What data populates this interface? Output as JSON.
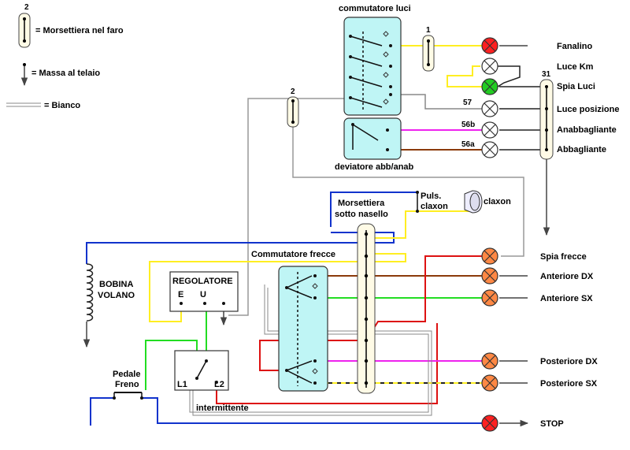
{
  "legend": {
    "terminal_count": "2",
    "terminal": "= Morsettiera nel faro",
    "ground": "= Massa al telaio",
    "white_wire": "= Bianco"
  },
  "labels": {
    "commutatore_luci": "commutatore luci",
    "deviatore": "deviatore abb/anab",
    "morsettiera_1": "Morsettiera",
    "morsettiera_2": "sotto nasello",
    "puls_1": "Puls.",
    "puls_2": "claxon",
    "claxon": "claxon",
    "commutatore_frecce": "Commutatore frecce",
    "bobina_1": "BOBINA",
    "bobina_2": "VOLANO",
    "regolatore": "REGOLATORE",
    "reg_e": "E",
    "reg_u": "U",
    "pedale_1": "Pedale",
    "pedale_2": "Freno",
    "l1": "L1",
    "l2": "L2",
    "intermittente": "intermittente",
    "block_1": "1",
    "block_2": "2",
    "block_31": "31",
    "wire_57": "57",
    "wire_56b": "56b",
    "wire_56a": "56a"
  },
  "lamps": [
    {
      "id": "fanalino",
      "label": "Fanalino",
      "fill": "#ff2020"
    },
    {
      "id": "luce-km",
      "label": "Luce Km",
      "fill": "#ffffff"
    },
    {
      "id": "spia-luci",
      "label": "Spia Luci",
      "fill": "#22cc22"
    },
    {
      "id": "luce-posizione",
      "label": "Luce posizione",
      "fill": "#ffffff"
    },
    {
      "id": "anabbagliante",
      "label": "Anabbagliante",
      "fill": "#ffffff"
    },
    {
      "id": "abbagliante",
      "label": "Abbagliante",
      "fill": "#ffffff"
    },
    {
      "id": "spia-frecce",
      "label": "Spia frecce",
      "fill": "#ff8844"
    },
    {
      "id": "anteriore-dx",
      "label": "Anteriore DX",
      "fill": "#ff8844"
    },
    {
      "id": "anteriore-sx",
      "label": "Anteriore SX",
      "fill": "#ff8844"
    },
    {
      "id": "posteriore-dx",
      "label": "Posteriore DX",
      "fill": "#ff8844"
    },
    {
      "id": "posteriore-sx",
      "label": "Posteriore SX",
      "fill": "#ff8844"
    },
    {
      "id": "stop",
      "label": "STOP",
      "fill": "#ff2020"
    }
  ],
  "colors": {
    "yellow": "#ffee22",
    "green": "#22dd22",
    "blue": "#1133cc",
    "red": "#dd1111",
    "magenta": "#ee22ee",
    "brown": "#8b3a0a",
    "gray": "#999999",
    "box": "#bff5f5",
    "block": "#fffbe6"
  }
}
